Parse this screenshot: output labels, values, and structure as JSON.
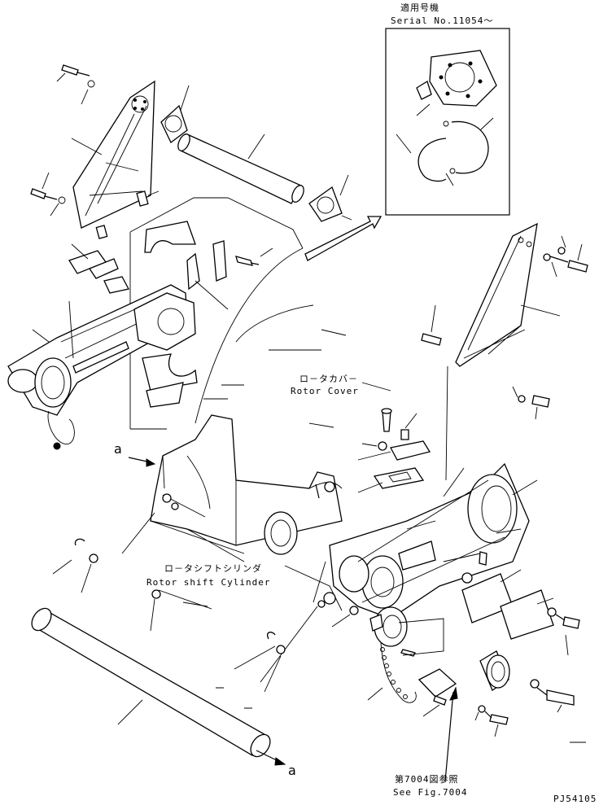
{
  "inset": {
    "title_ja": "適用号機",
    "serial": "Serial No.11054～"
  },
  "labels": {
    "rotor_cover_ja": "ロ－タカバ－",
    "rotor_cover_en": "Rotor Cover",
    "rotor_shift_ja": "ロ－タシフトシリンダ",
    "rotor_shift_en": "Rotor shift Cylinder",
    "see_fig_ja": "第7004図参照",
    "see_fig_en": "See Fig.7004",
    "marker_a_top": "a",
    "marker_a_bottom": "a",
    "drawing_number": "PJ54105"
  }
}
